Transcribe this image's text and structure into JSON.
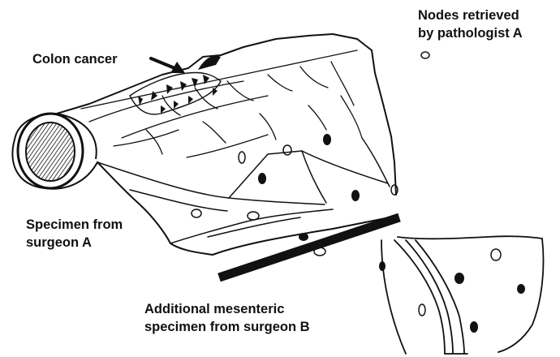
{
  "labels": {
    "colon_cancer": "Colon cancer",
    "nodes_retrieved": [
      "Nodes retrieved",
      "by pathologist A"
    ],
    "specimen_a": [
      "Specimen from",
      "surgeon A"
    ],
    "specimen_b": [
      "Additional mesenteric",
      "specimen from surgeon B"
    ]
  },
  "colors": {
    "ink": "#111111",
    "background": "#ffffff"
  }
}
